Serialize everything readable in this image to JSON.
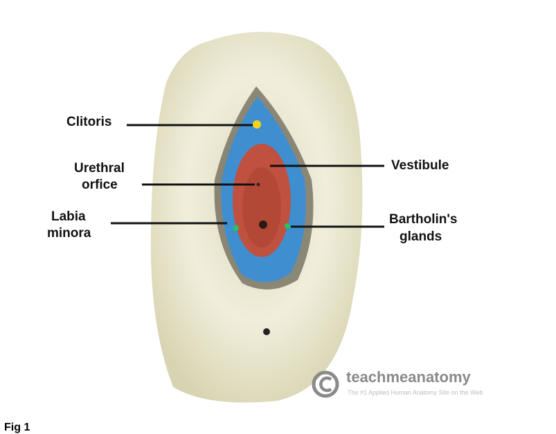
{
  "labels": {
    "clitoris": "Clitoris",
    "vestibule": "Vestibule",
    "urethral_orifice": [
      "Urethral",
      "orfice"
    ],
    "labia_minora": [
      "Labia",
      "minora"
    ],
    "bartholins_glands": [
      "Bartholin's",
      "glands"
    ]
  },
  "watermark": {
    "title": "teachmeanatomy",
    "subtitle": "The #1 Applied Human Anatomy Site on the Web"
  },
  "caption": "Fig 1",
  "colors": {
    "skin": "#e9e6cf",
    "labia_minora": "#3f8fd0",
    "vestibule": "#c0503f",
    "clitoris": "#f2d21b",
    "glands": "#22c55e"
  }
}
